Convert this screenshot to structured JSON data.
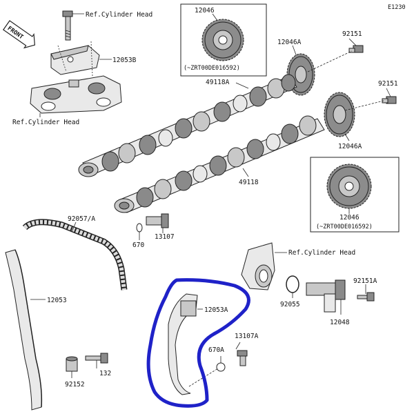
{
  "diagram_code": "E1230",
  "front_badge": "FRONT",
  "labels": {
    "ref_cylinder_head_top": "Ref.Cylinder Head",
    "ref_cylinder_head_left": "Ref.Cylinder Head",
    "ref_cylinder_head_right": "Ref.Cylinder Head",
    "p12053B": "12053B",
    "p12046_top": "12046",
    "serial_top": "(~ZRT00DE016592)",
    "p12046A_top": "12046A",
    "p92151_top": "92151",
    "p49118A": "49118A",
    "p92151_mid": "92151",
    "p12046A_mid": "12046A",
    "p49118": "49118",
    "p12046_right": "12046",
    "serial_right": "(~ZRT00DE016592)",
    "p92057A": "92057/A",
    "p13107": "13107",
    "p670": "670",
    "p12053": "12053",
    "p12053A": "12053A",
    "p92055": "92055",
    "p92151A": "92151A",
    "p12048": "12048",
    "p13107A": "13107A",
    "p670A": "670A",
    "p92152": "92152",
    "p132": "132"
  },
  "highlight_color": "#1f22c8"
}
